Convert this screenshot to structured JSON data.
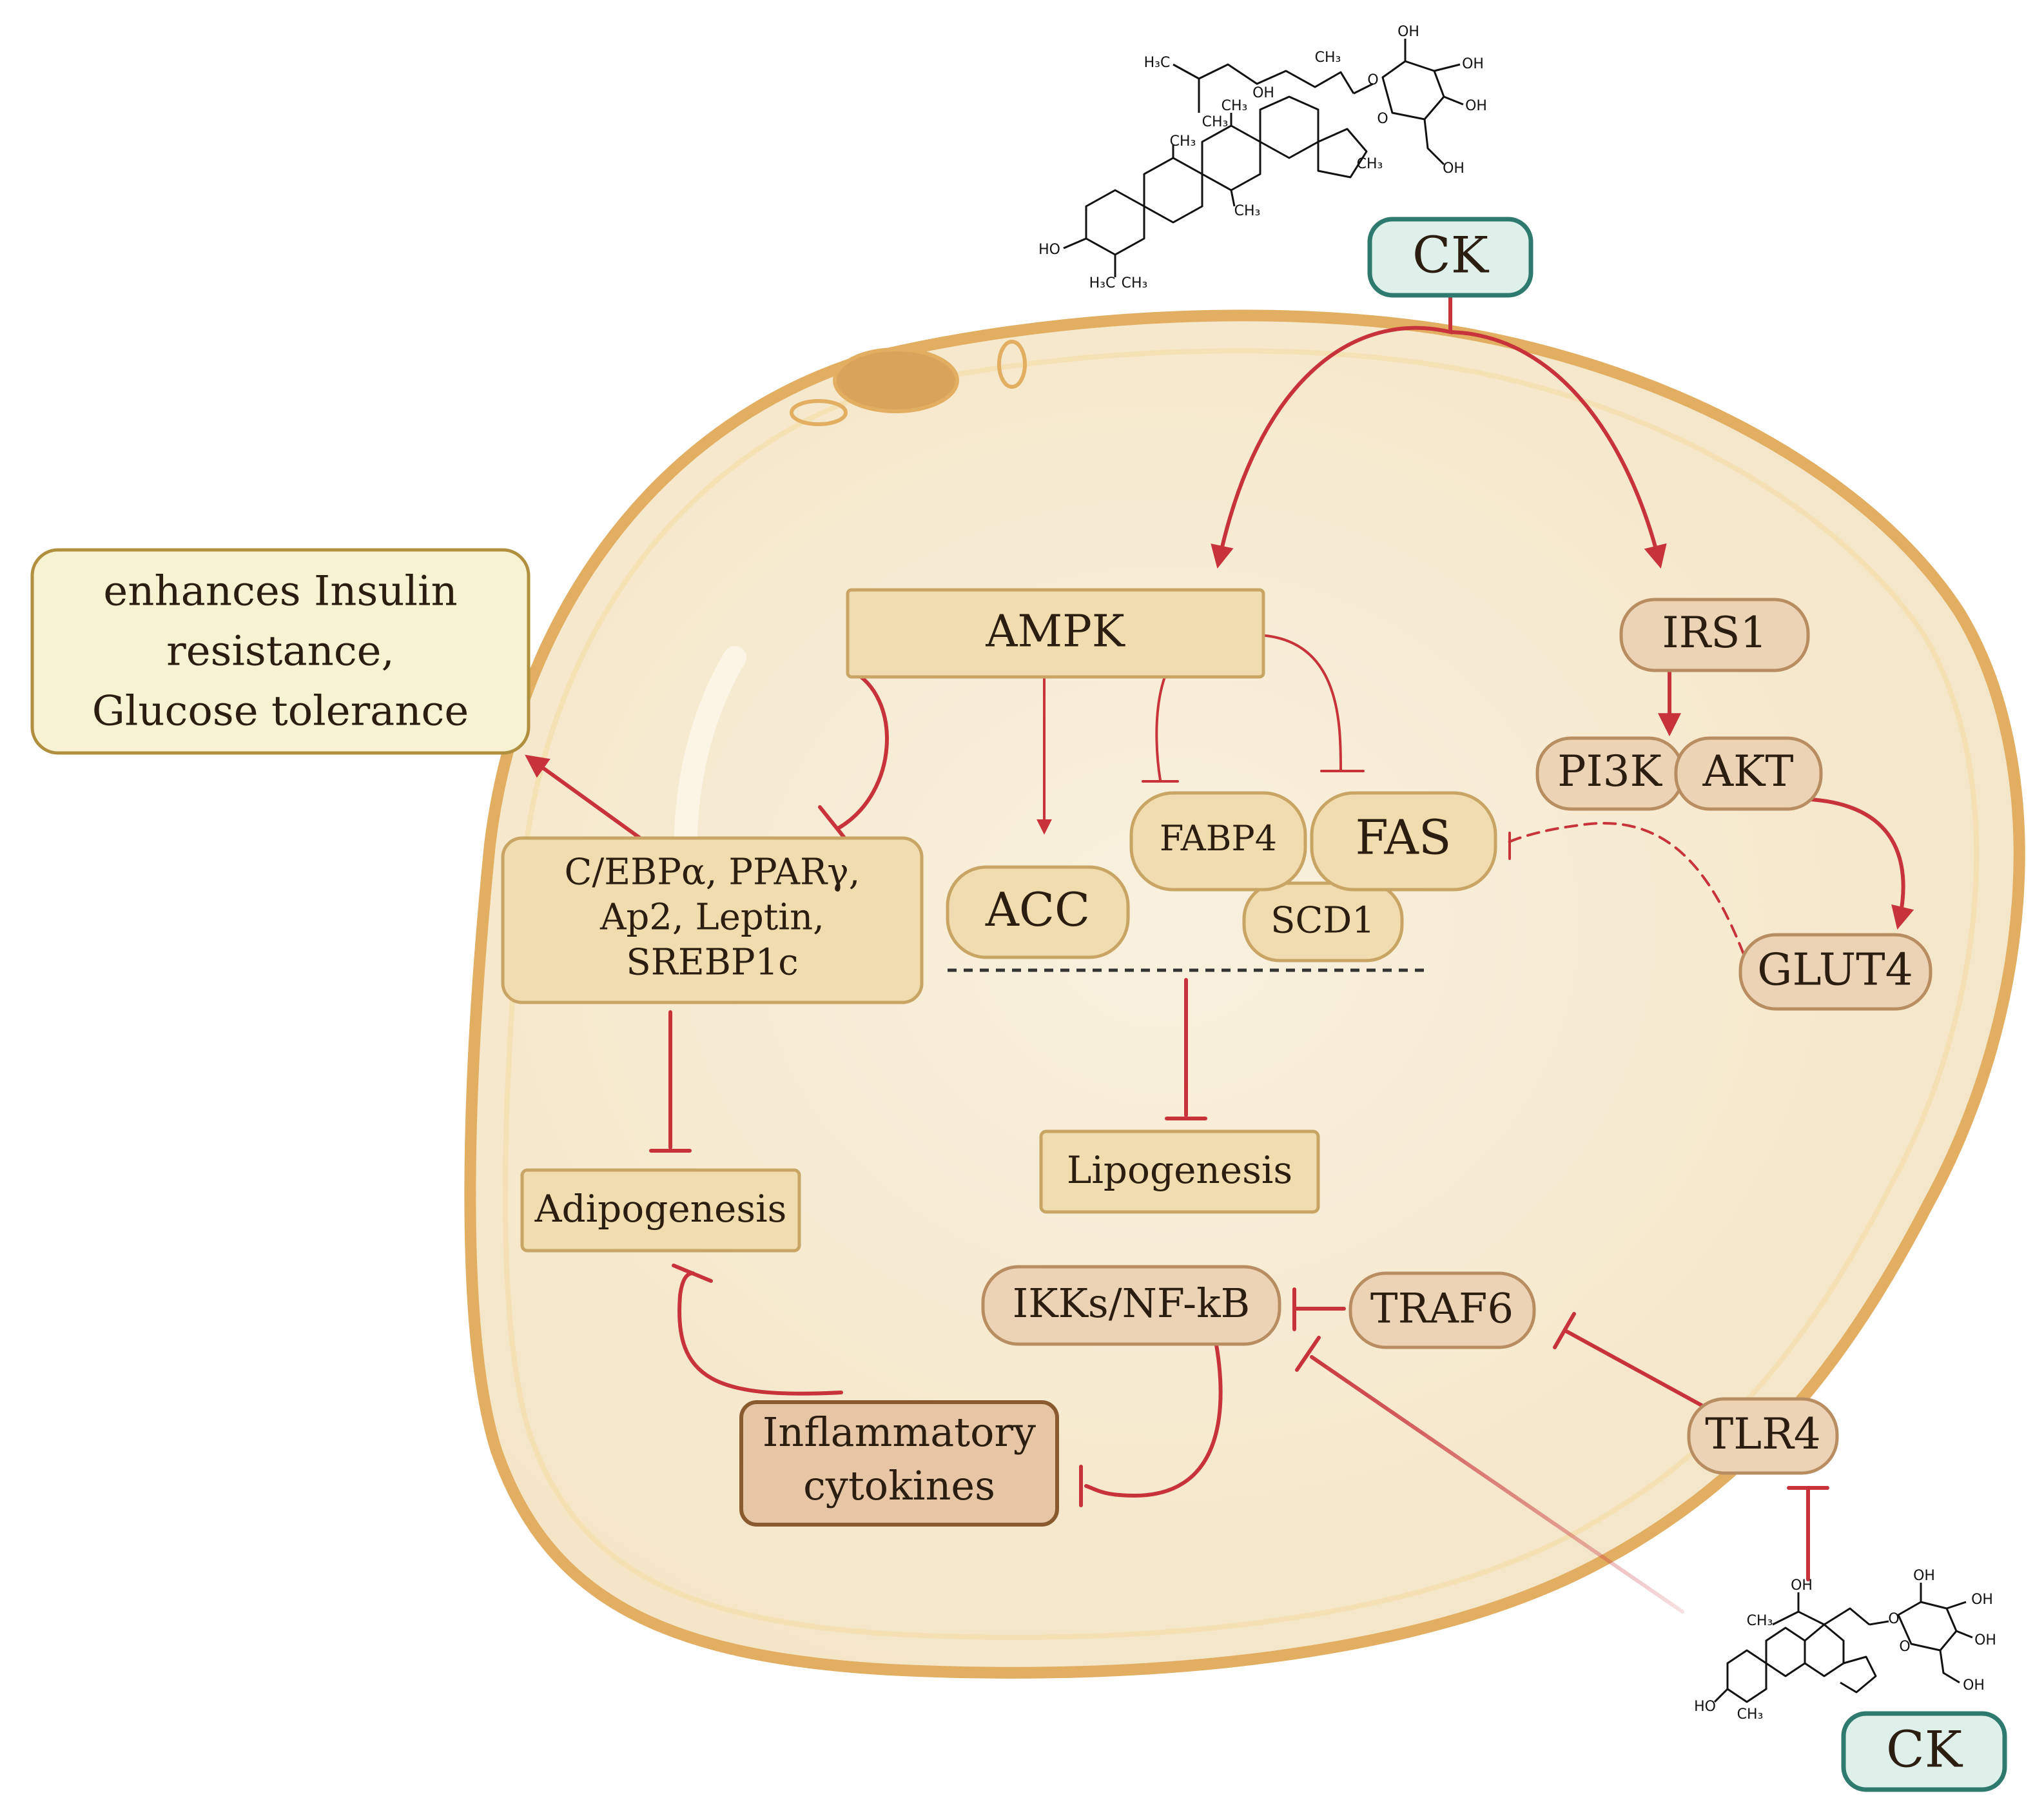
{
  "nodes": {
    "ck_top": "CK",
    "ck_bottom": "CK",
    "outcome": [
      "enhances Insulin",
      "resistance,",
      "Glucose tolerance"
    ],
    "ampk": "AMPK",
    "acc": "ACC",
    "fabp4": "FABP4",
    "fas": "FAS",
    "scd1": "SCD1",
    "irs1": "IRS1",
    "pi3k": "PI3K",
    "akt": "AKT",
    "glut4": "GLUT4",
    "transcription_factors": [
      "C/EBPα, PPARγ,",
      "Ap2, Leptin,",
      "SREBP1c"
    ],
    "adipogenesis": "Adipogenesis",
    "lipogenesis": "Lipogenesis",
    "ikk_nfkb": "IKKs/NF-kB",
    "traf6": "TRAF6",
    "tlr4": "TLR4",
    "inflammatory_cytokines": [
      "Inflammatory",
      "cytokines"
    ]
  },
  "structure_labels": {
    "top": [
      "H₃C",
      "CH₃",
      "OH",
      "CH₃",
      "O",
      "OH",
      "OH",
      "OH",
      "O",
      "OH",
      "CH₃",
      "CH₃",
      "CH₃",
      "HO",
      "H₃C",
      "CH₃",
      "CH₃"
    ],
    "bottom": [
      "CH₃",
      "OH",
      "O",
      "OH",
      "OH",
      "OH",
      "O",
      "OH",
      "HO",
      "CH₃"
    ]
  },
  "edges": [
    {
      "from": "ck_top",
      "to": "ampk",
      "type": "activation"
    },
    {
      "from": "ck_top",
      "to": "irs1",
      "type": "activation"
    },
    {
      "from": "ampk",
      "to": "acc",
      "type": "activation"
    },
    {
      "from": "ampk",
      "to": "transcription_factors",
      "type": "inhibition"
    },
    {
      "from": "ampk",
      "to": "fabp4",
      "type": "inhibition"
    },
    {
      "from": "ampk",
      "to": "fas",
      "type": "inhibition"
    },
    {
      "from": "irs1",
      "to": "pi3k",
      "type": "activation"
    },
    {
      "from": "akt",
      "to": "glut4",
      "type": "activation"
    },
    {
      "from": "glut4",
      "to": "fas",
      "type": "inhibition",
      "style": "dashed"
    },
    {
      "from": "transcription_factors",
      "to": "outcome",
      "type": "activation"
    },
    {
      "from": "transcription_factors",
      "to": "adipogenesis",
      "type": "inhibition"
    },
    {
      "from": "lipid_enzymes",
      "to": "lipogenesis",
      "type": "inhibition"
    },
    {
      "from": "traf6",
      "to": "ikk_nfkb",
      "type": "inhibition"
    },
    {
      "from": "tlr4",
      "to": "traf6",
      "type": "inhibition"
    },
    {
      "from": "ck_bottom",
      "to": "tlr4",
      "type": "inhibition"
    },
    {
      "from": "ck_bottom",
      "to": "ikk_nfkb",
      "type": "inhibition"
    },
    {
      "from": "ikk_nfkb",
      "to": "inflammatory_cytokines",
      "type": "inhibition"
    },
    {
      "from": "inflammatory_cytokines",
      "to": "adipogenesis",
      "type": "inhibition"
    }
  ],
  "colors": {
    "edge": "#c8323a",
    "cell_membrane": "#e2ae62",
    "cell_fill": "#f6ecd3",
    "node_fill": "#f0dcae",
    "node_stroke": "#c8a565",
    "outcome_fill": "#f6f2d2",
    "outcome_stroke": "#b08f3f",
    "signal_fill": "#ecd3b5",
    "signal_stroke": "#b88d62",
    "ck_fill": "#dff0ea",
    "ck_stroke": "#2e7a6e"
  }
}
